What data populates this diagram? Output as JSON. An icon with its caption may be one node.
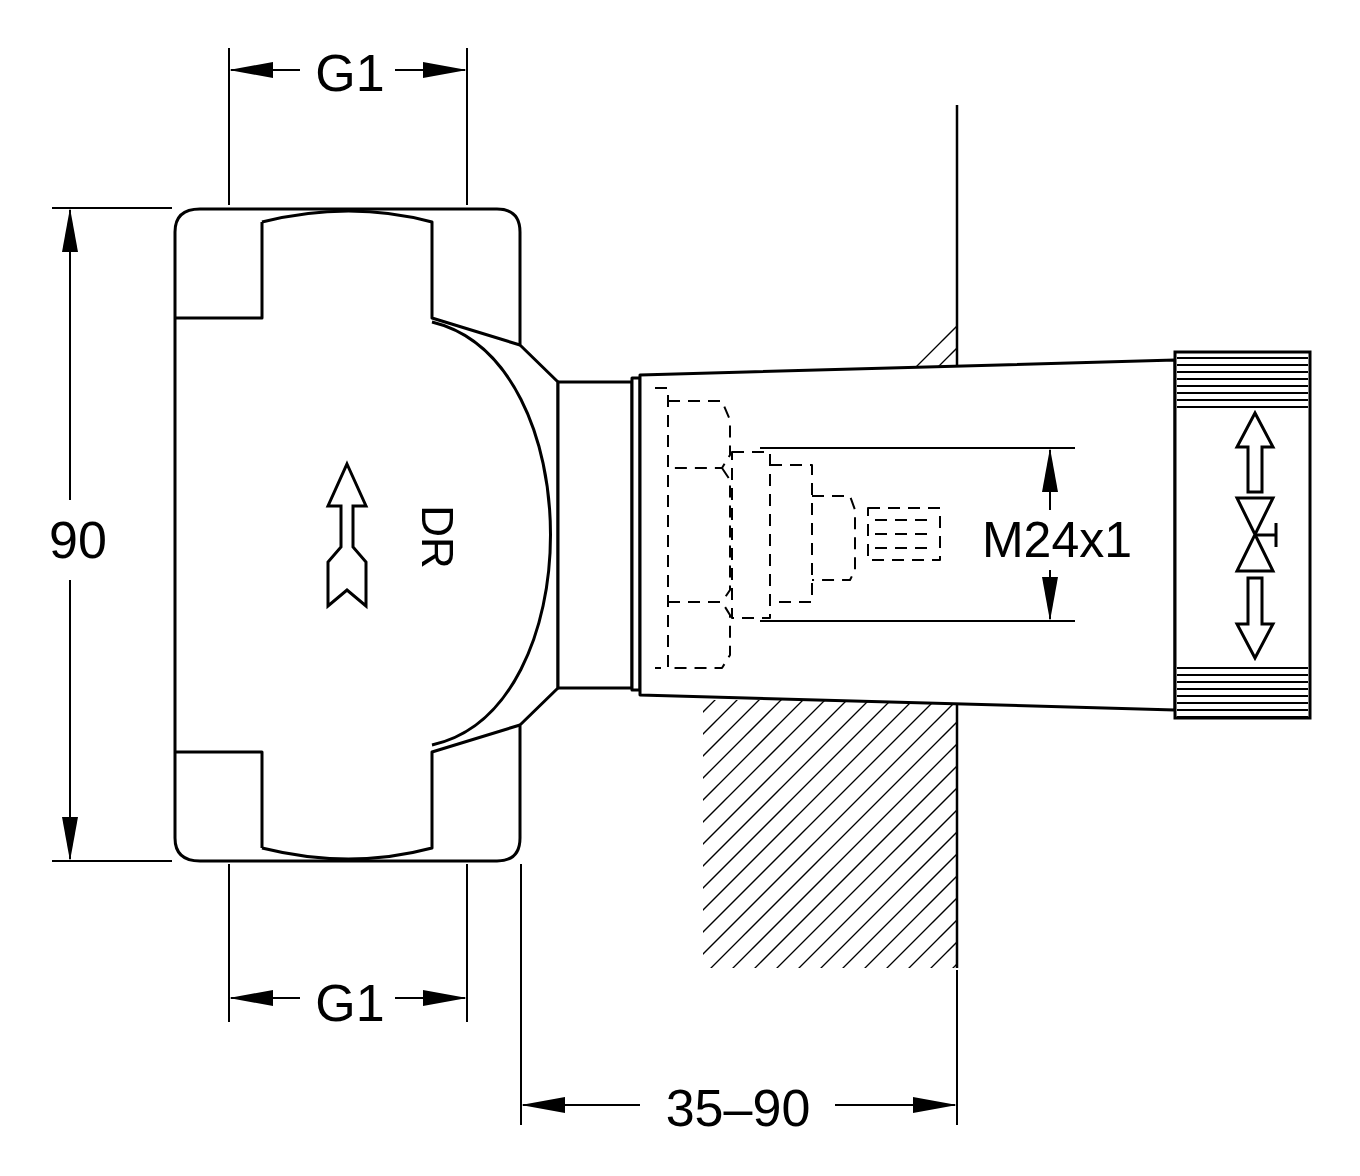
{
  "diagram": {
    "labels": [
      "G1",
      "90",
      "DR",
      "M24x1",
      "G1",
      "35–90"
    ]
  }
}
